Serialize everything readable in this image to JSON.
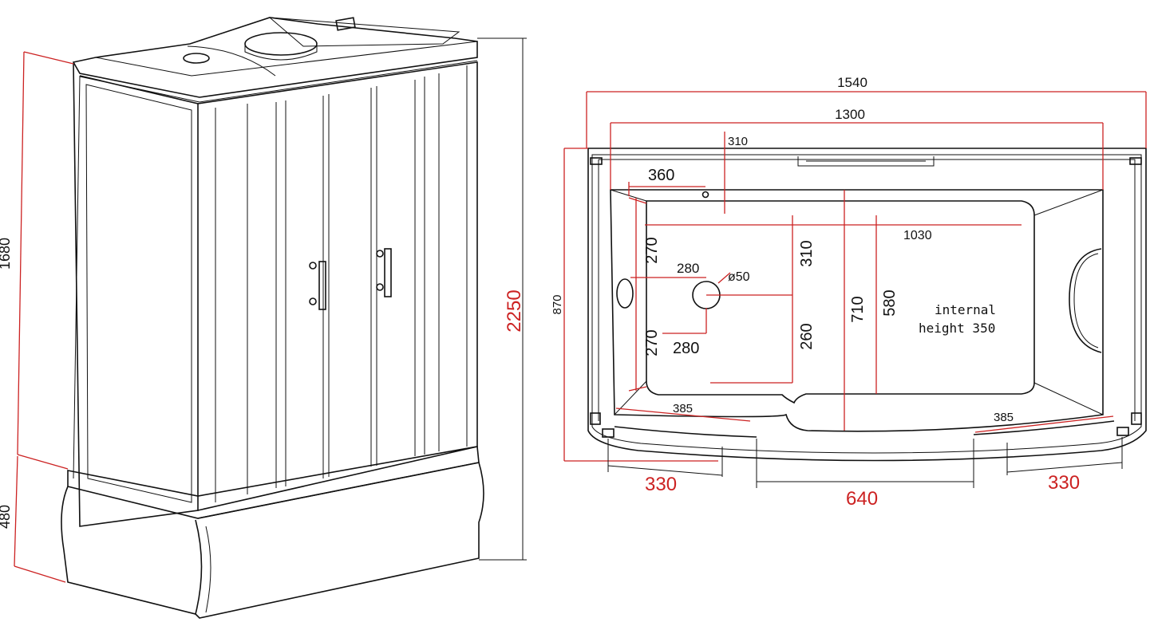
{
  "colors": {
    "line": "#111111",
    "dimension": "#cc2222",
    "background": "#ffffff"
  },
  "side_view": {
    "dim_upper": "1680",
    "dim_lower": "480",
    "dim_total": "2250"
  },
  "plan_view": {
    "dim_overall_width": "1540",
    "dim_inner_width": "1300",
    "dim_310_top": "310",
    "dim_360": "360",
    "dim_1030": "1030",
    "dim_270_upper": "270",
    "dim_270_lower": "270",
    "dim_280_upper": "280",
    "dim_280_lower": "280",
    "dim_drain": "ø50",
    "dim_310_right": "310",
    "dim_260": "260",
    "dim_710": "710",
    "dim_580": "580",
    "dim_870": "870",
    "note_line1": "internal",
    "note_line2": "height 350",
    "dim_385_left": "385",
    "dim_385_right": "385",
    "dim_330_left": "330",
    "dim_640": "640",
    "dim_330_right": "330"
  }
}
